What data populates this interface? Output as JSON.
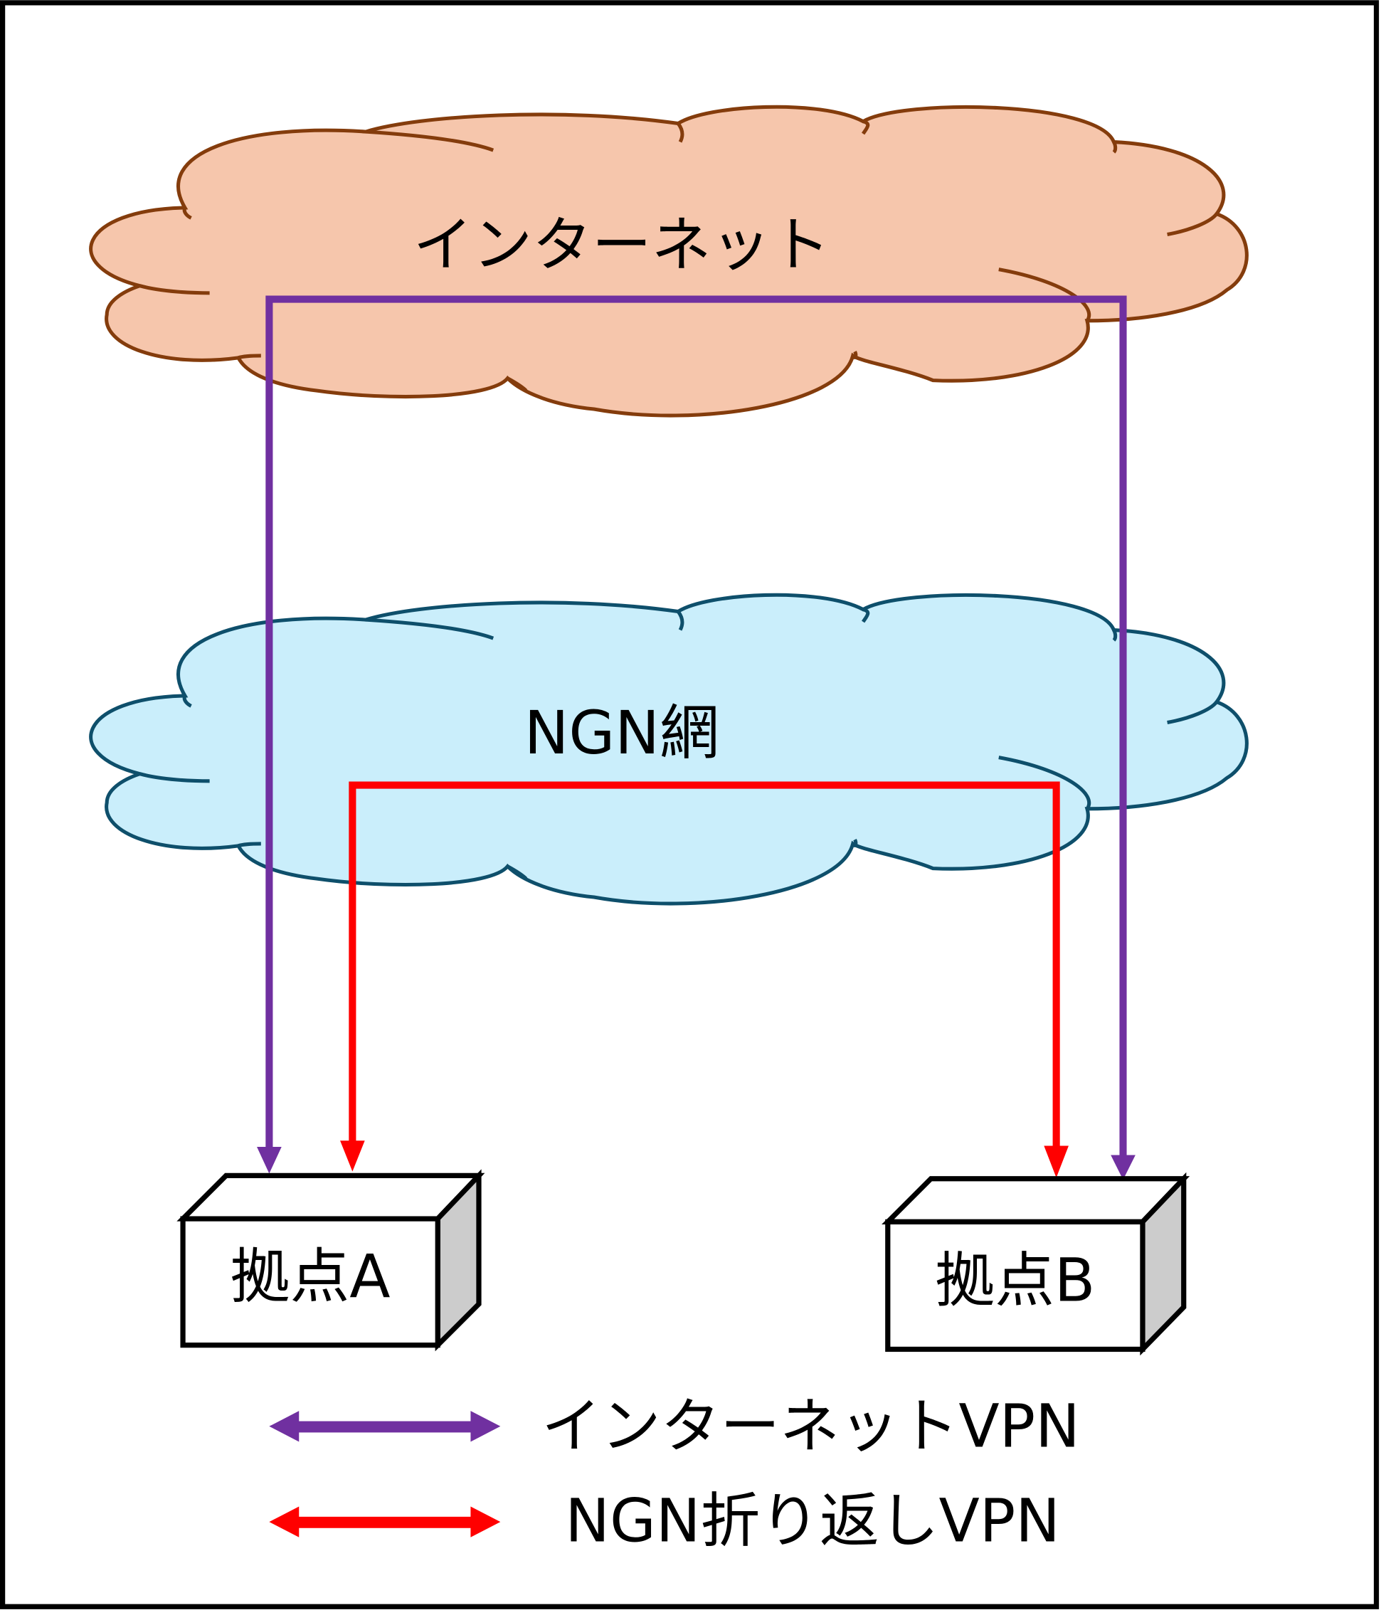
{
  "diagram": {
    "title": "",
    "networks": [
      {
        "id": "internet",
        "label": "インターネット",
        "fill": "#F6C6AC",
        "stroke": "#843C0C"
      },
      {
        "id": "ngn",
        "label": "NGN網",
        "fill": "#CAEEFB",
        "stroke": "#0E4F6B"
      }
    ],
    "sites": [
      {
        "id": "site-a",
        "label": "拠点A",
        "front_fill": "#FFFFFF",
        "side_fill": "#CCCCCC",
        "stroke": "#000000"
      },
      {
        "id": "site-b",
        "label": "拠点B",
        "front_fill": "#FFFFFF",
        "side_fill": "#CCCCCC",
        "stroke": "#000000"
      }
    ],
    "connections": [
      {
        "id": "internet-vpn",
        "from": "site-a",
        "to": "site-b",
        "via": "internet",
        "color": "#7030A0"
      },
      {
        "id": "ngn-loopback-vpn",
        "from": "site-a",
        "to": "site-b",
        "via": "ngn",
        "color": "#FF0000"
      }
    ],
    "legend": [
      {
        "label": "インターネットVPN",
        "color": "#7030A0"
      },
      {
        "label": "NGN折り返しVPN",
        "color": "#FF0000"
      }
    ],
    "frame_color": "#000000"
  }
}
